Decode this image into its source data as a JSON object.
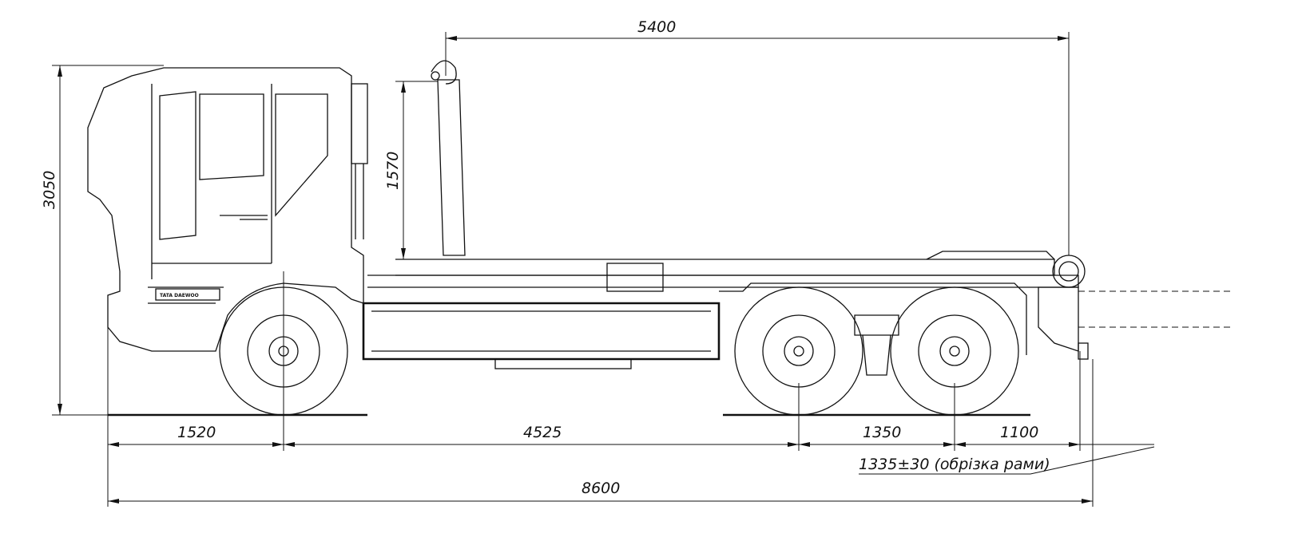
{
  "drawing": {
    "brand_label": "TATA DAEWOO",
    "dimensions": {
      "hook_length": "5400",
      "total_height": "3050",
      "hook_height": "1570",
      "front_overhang": "1520",
      "wheelbase": "4525",
      "tandem_spacing": "1350",
      "rear_overhang": "1100",
      "frame_cut": "1335±30 (обрізка рами)",
      "total_length": "8600"
    }
  }
}
